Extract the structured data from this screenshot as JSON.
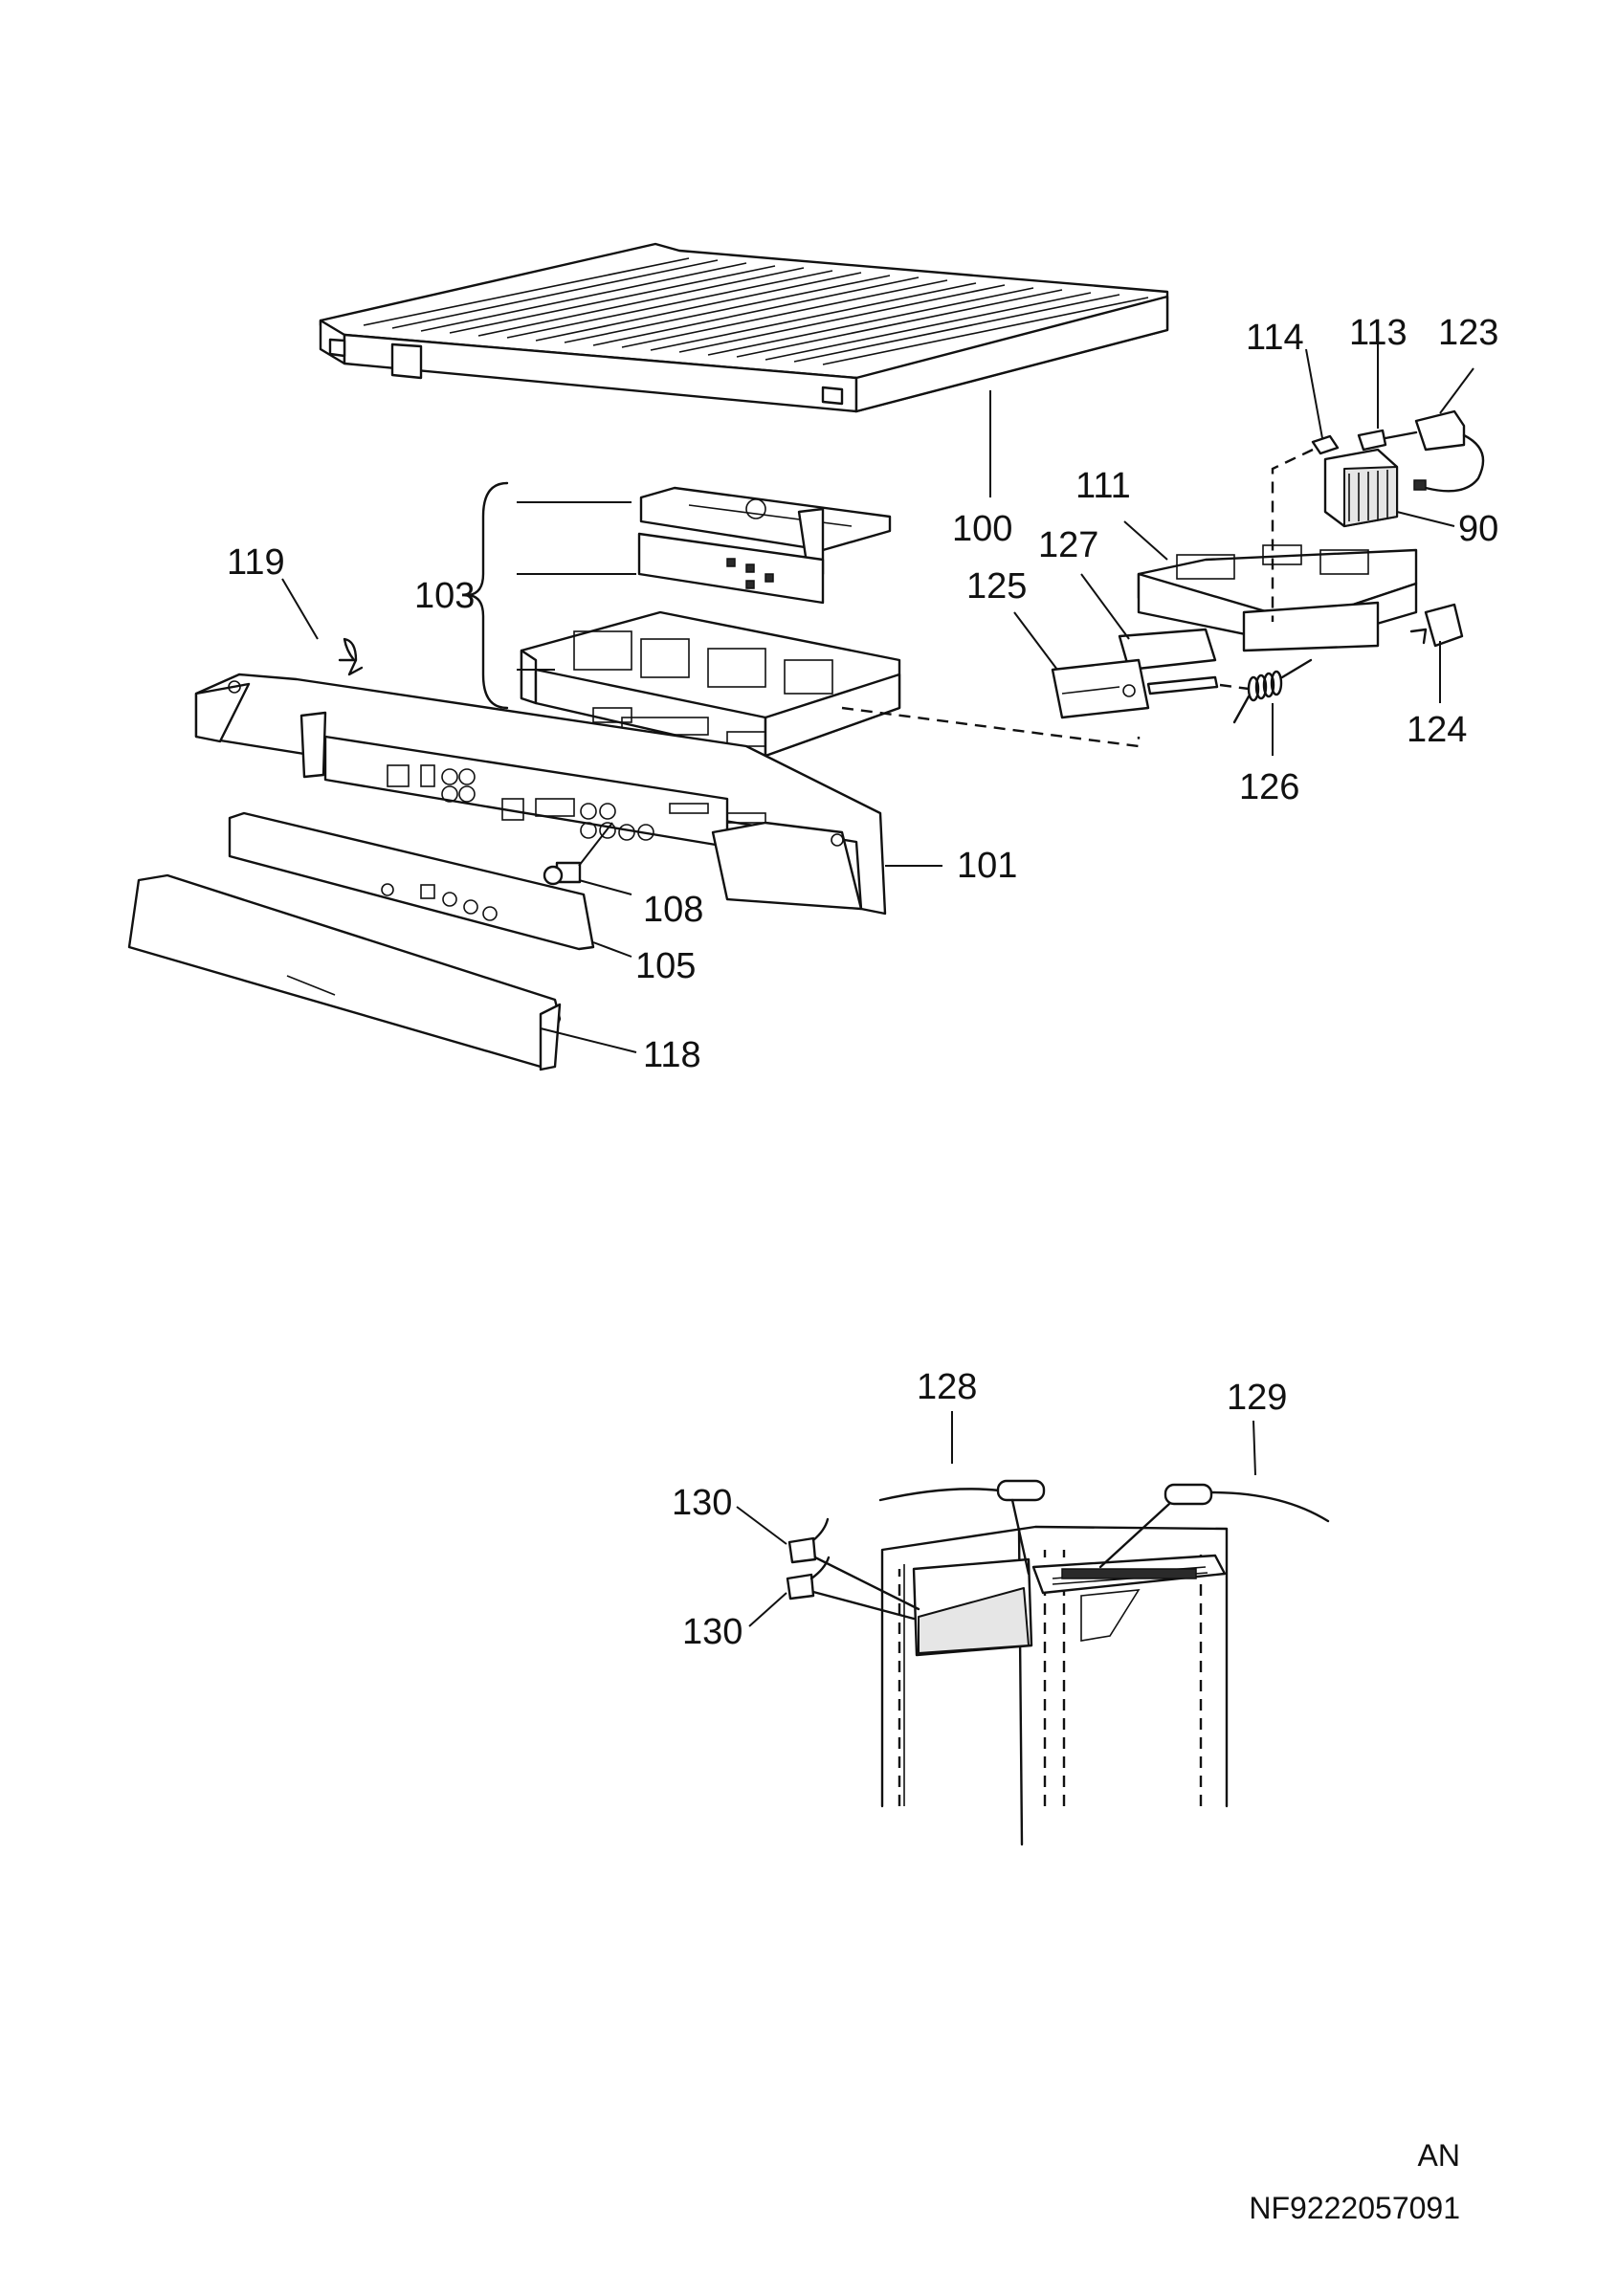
{
  "callouts": {
    "p100": "100",
    "p101": "101",
    "p103": "103",
    "p105": "105",
    "p108": "108",
    "p111": "111",
    "p113": "113",
    "p114": "114",
    "p118": "118",
    "p119": "119",
    "p123": "123",
    "p124": "124",
    "p125": "125",
    "p126": "126",
    "p127": "127",
    "p90": "90",
    "p128": "128",
    "p129": "129",
    "p130a": "130",
    "p130b": "130"
  },
  "footer": {
    "language": "AN",
    "document_code": "NF9222057091"
  },
  "colors": {
    "ink": "#111111",
    "background": "#ffffff",
    "shade": "#e6e6e6"
  }
}
